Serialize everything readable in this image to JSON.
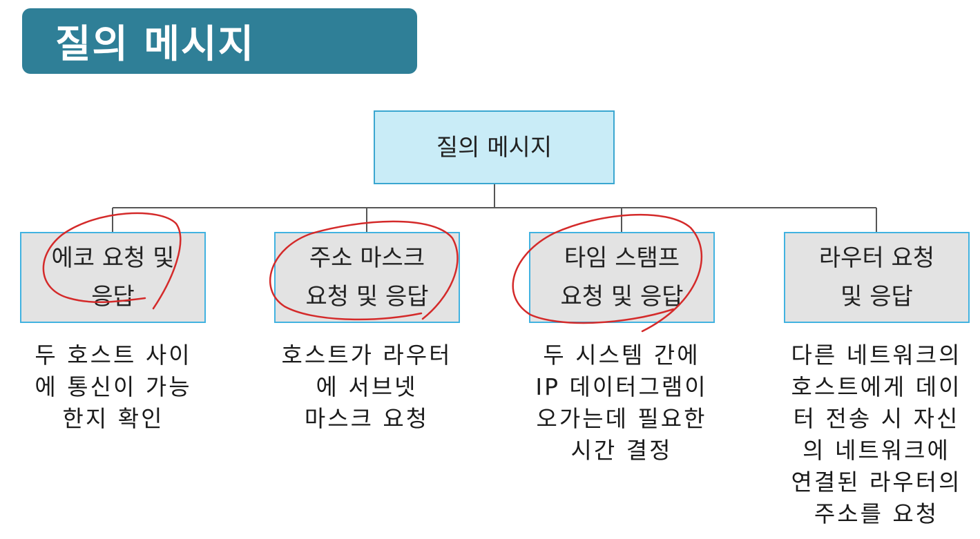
{
  "title": "질의 메시지",
  "root": {
    "label": "질의 메시지"
  },
  "nodes": [
    {
      "label_lines": [
        "에코 요청 및",
        "응답"
      ],
      "description_lines": [
        "두 호스트 사이",
        "에 통신이 가능",
        "한지 확인"
      ]
    },
    {
      "label_lines": [
        "주소 마스크",
        "요청 및 응답"
      ],
      "description_lines": [
        "호스트가 라우터",
        "에 서브넷",
        "마스크 요청"
      ]
    },
    {
      "label_lines": [
        "타임 스탬프",
        "요청 및 응답"
      ],
      "description_lines": [
        "두 시스템 간에",
        "IP 데이터그램이",
        "오가는데 필요한",
        "시간 결정"
      ]
    },
    {
      "label_lines": [
        "라우터 요청",
        "및 응답"
      ],
      "description_lines": [
        "다른 네트워크의",
        "호스트에게 데이",
        "터 전송 시 자신",
        "의 네트워크에",
        "연결된 라우터의",
        "주소를 요청"
      ]
    }
  ],
  "colors": {
    "banner": "#2f7f97",
    "root_fill": "#c9ecf7",
    "child_fill": "#e3e3e3",
    "box_border": "#41b2e0",
    "connector": "#555555",
    "annotation": "#d42a2a"
  }
}
